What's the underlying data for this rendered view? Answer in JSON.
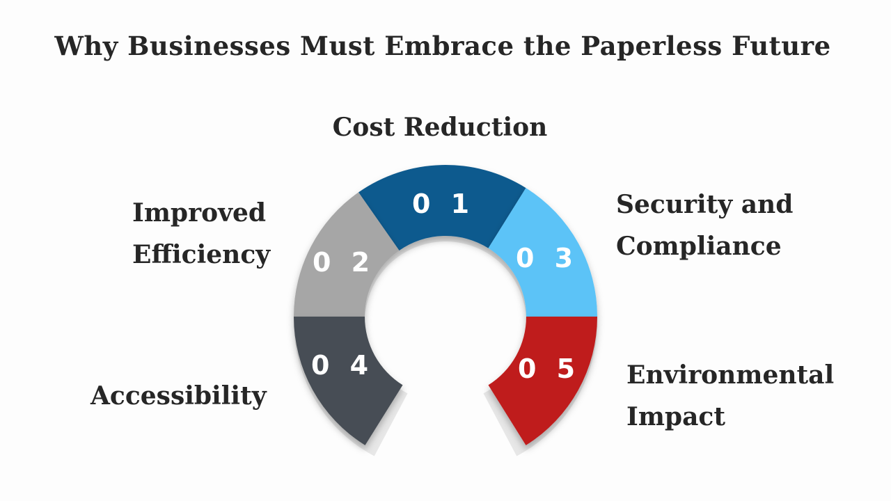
{
  "title": "Why Businesses Must Embrace the Paperless Future",
  "segments": [
    {
      "number": "0 1",
      "label_lines": [
        "Cost Reduction"
      ],
      "color": "#0d5a8e"
    },
    {
      "number": "0 2",
      "label_lines": [
        "Improved",
        "Efficiency"
      ],
      "color": "#a6a6a6"
    },
    {
      "number": "0 3",
      "label_lines": [
        "Security and",
        "Compliance"
      ],
      "color": "#5bc3f7"
    },
    {
      "number": "0 4",
      "label_lines": [
        "Accessibility"
      ],
      "color": "#474e54"
    },
    {
      "number": "0 5",
      "label_lines": [
        "Environmental",
        "Impact"
      ],
      "color": "#bf1e1e"
    }
  ]
}
